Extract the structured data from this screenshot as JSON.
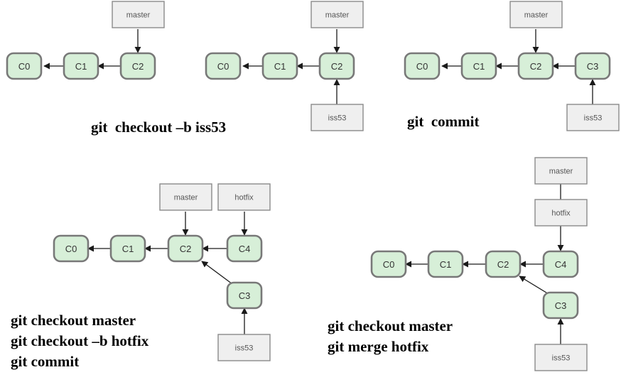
{
  "colors": {
    "commit_fill": "#d7efd8",
    "commit_stroke": "#787878",
    "ref_fill": "#efefef",
    "ref_stroke": "#8a8a8a",
    "arrow": "#1a1a1a"
  },
  "panels": [
    {
      "caption": [
        "git  checkout –b iss53"
      ],
      "commits": [
        {
          "label": "C0"
        },
        {
          "label": "C1"
        },
        {
          "label": "C2"
        }
      ],
      "refs": [
        {
          "label": "master"
        }
      ]
    },
    {
      "caption": [],
      "commits": [
        {
          "label": "C0"
        },
        {
          "label": "C1"
        },
        {
          "label": "C2"
        }
      ],
      "refs": [
        {
          "label": "master"
        },
        {
          "label": "iss53"
        }
      ]
    },
    {
      "caption": [
        "git  commit"
      ],
      "commits": [
        {
          "label": "C0"
        },
        {
          "label": "C1"
        },
        {
          "label": "C2"
        },
        {
          "label": "C3"
        }
      ],
      "refs": [
        {
          "label": "master"
        },
        {
          "label": "iss53"
        }
      ]
    },
    {
      "caption": [
        "git checkout master",
        "git checkout –b hotfix",
        "git commit"
      ],
      "commits": [
        {
          "label": "C0"
        },
        {
          "label": "C1"
        },
        {
          "label": "C2"
        },
        {
          "label": "C4"
        },
        {
          "label": "C3"
        }
      ],
      "refs": [
        {
          "label": "master"
        },
        {
          "label": "hotfix"
        },
        {
          "label": "iss53"
        }
      ]
    },
    {
      "caption": [
        "git checkout master",
        "git merge hotfix"
      ],
      "commits": [
        {
          "label": "C0"
        },
        {
          "label": "C1"
        },
        {
          "label": "C2"
        },
        {
          "label": "C4"
        },
        {
          "label": "C3"
        }
      ],
      "refs": [
        {
          "label": "master"
        },
        {
          "label": "hotfix"
        },
        {
          "label": "iss53"
        }
      ]
    }
  ]
}
